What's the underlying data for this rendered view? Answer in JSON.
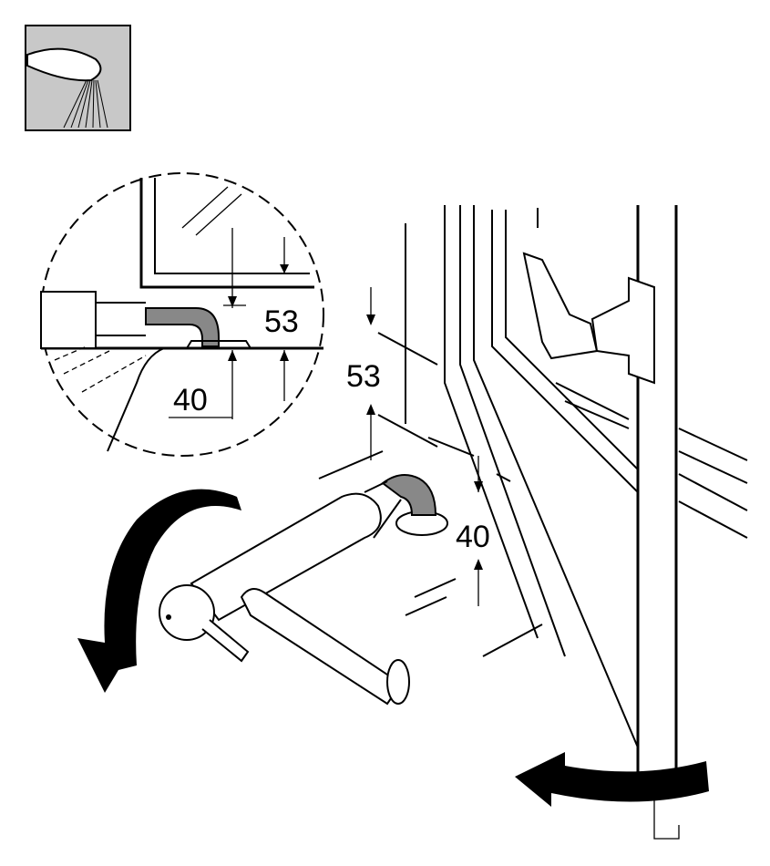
{
  "diagram": {
    "detail_labels": {
      "gap_top": "53",
      "gap_bottom": "40"
    },
    "main_labels": {
      "gap_top": "53",
      "gap_bottom": "40"
    },
    "colors": {
      "icon_background": "#c8c8c8",
      "line": "#000000",
      "background": "#ffffff"
    }
  }
}
